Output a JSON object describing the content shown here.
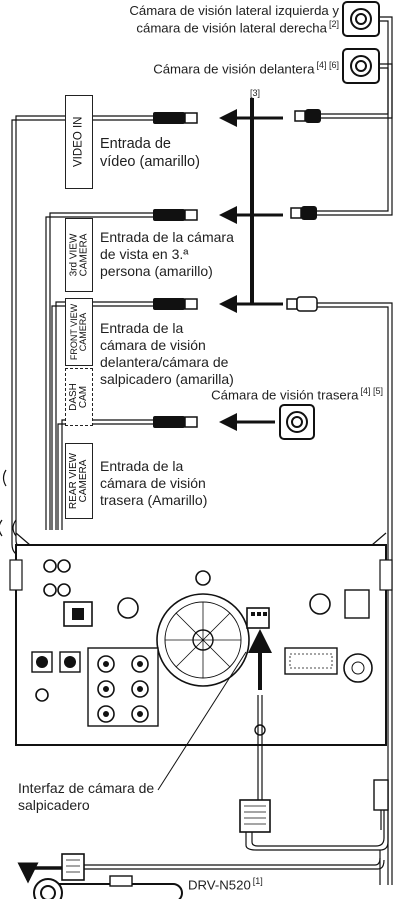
{
  "cameras": {
    "side": {
      "line1": "Cámara de visión lateral izquierda y",
      "line2": "cámara de visión lateral derecha",
      "ref": "[2]"
    },
    "front": {
      "text": "Cámara de visión delantera",
      "ref": "[4] [6]"
    },
    "rear": {
      "text": "Cámara de visión trasera",
      "ref": "[4] [5]"
    }
  },
  "ref_3": "[3]",
  "inputs": {
    "video_in": {
      "tag": "VIDEO IN",
      "line1": "Entrada de",
      "line2": "vídeo (amarillo)"
    },
    "third_view": {
      "tag1": "3rd VIEW",
      "tag2": "CAMERA",
      "line1": "Entrada de la cámara",
      "line2": "de vista en 3.ª",
      "line3": "persona (amarillo)"
    },
    "front_view": {
      "tag1": "FRONT VIEW",
      "tag2": "CAMERA",
      "line1": "Entrada de la",
      "line2": "cámara de visión",
      "line3": "delantera/cámara de",
      "line4": "salpicadero (amarilla)"
    },
    "dash_cam": {
      "tag1": "DASH",
      "tag2": "CAM"
    },
    "rear_view": {
      "tag1": "REAR VIEW",
      "tag2": "CAMERA",
      "line1": "Entrada de la",
      "line2": "cámara de visión",
      "line3": "trasera (Amarillo)"
    }
  },
  "dashcam_interface": {
    "line1": "Interfaz de cámara de",
    "line2": "salpicadero"
  },
  "device": {
    "name": "DRV-N520",
    "ref": "[1]"
  }
}
